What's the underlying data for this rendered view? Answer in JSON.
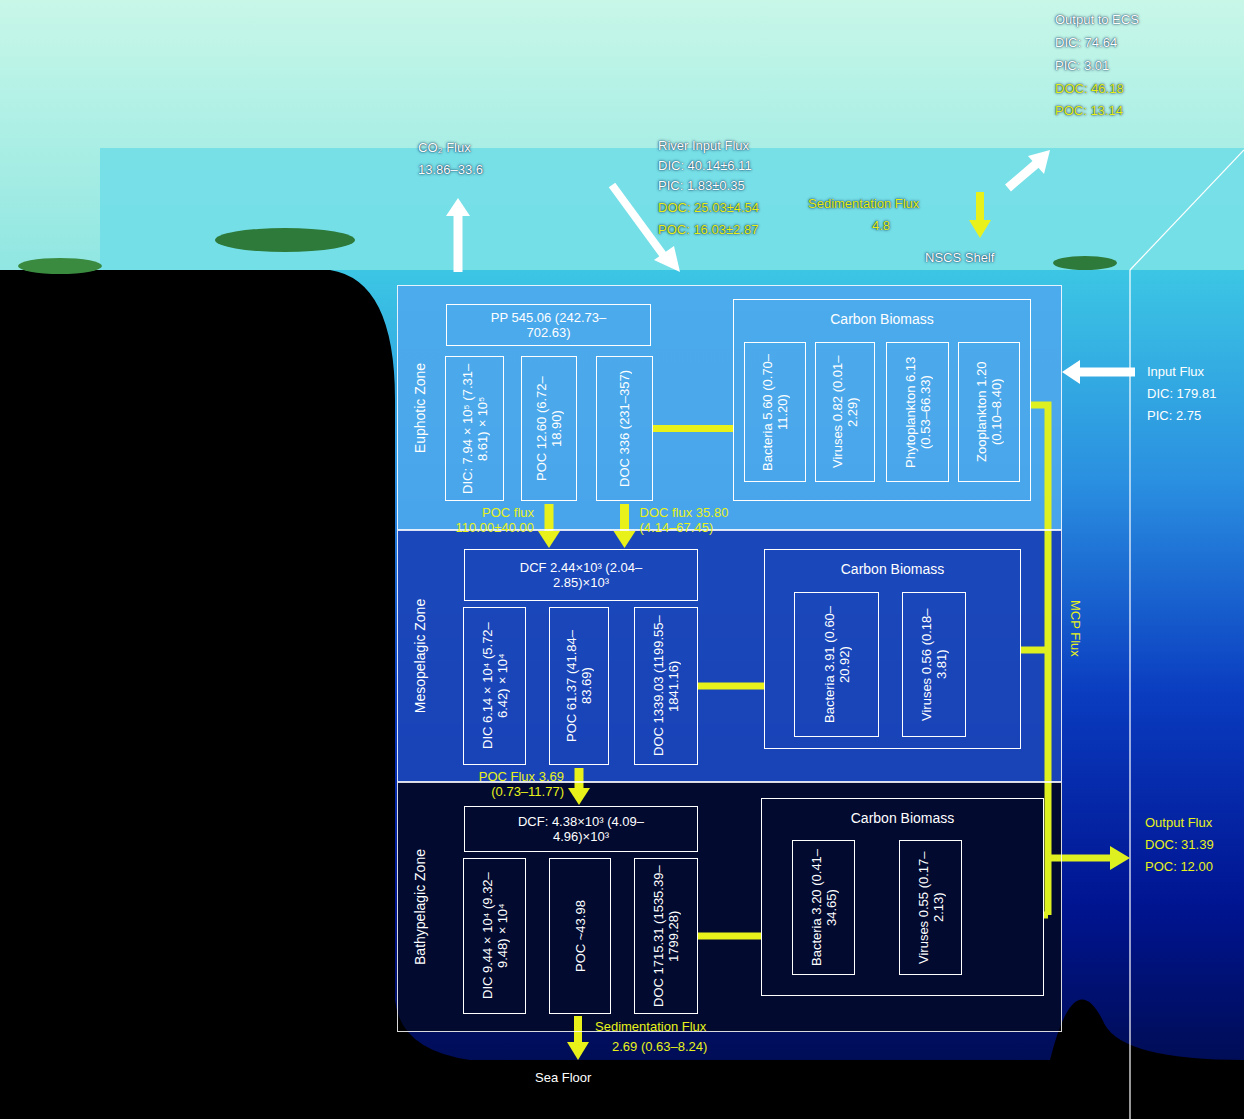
{
  "diagram": {
    "nodes": [
      {
        "text": [
          "Euphotic Zone"
        ]
      },
      {
        "text": [
          "PP 545.06 (242.73–702.63)"
        ],
        "in": 0
      },
      {
        "text": [
          "DIC: 7.94×10⁵ (7.31–8.61)×10⁵"
        ],
        "in": 0
      },
      {
        "text": [
          "POC 12.60 (6.72–18.90)"
        ],
        "in": 0
      },
      {
        "text": [
          "DOC 336 (231–357)"
        ],
        "in": 0
      },
      {
        "text": [
          "Carbon Biomass"
        ],
        "in": 0
      },
      {
        "text": [
          "Bacteria 5.60 (0.70–11.20)"
        ],
        "in": 5
      },
      {
        "text": [
          "Viruses 0.82 (0.01–2.29)"
        ],
        "in": 5
      },
      {
        "text": [
          "Phytoplankton 6.13 (0.53–66.33)"
        ],
        "in": 5
      },
      {
        "text": [
          "Zooplankton 1.20 (0.10–8.40)"
        ],
        "in": 5
      },
      {
        "text": [
          "Mesopelagic Zone"
        ]
      },
      {
        "text": [
          "DCF 2.44×10³ (2.04–2.85)×10³"
        ],
        "in": 10
      },
      {
        "text": [
          "DIC 6.14×10⁴ (5.72–6.42)×10⁴"
        ],
        "in": 10
      },
      {
        "text": [
          "POC 61.37 (41.84–83.69)"
        ],
        "in": 10
      },
      {
        "text": [
          "DOC 1339.03 (1199.55–1841.16)"
        ],
        "in": 10
      },
      {
        "text": [
          "Carbon Biomass"
        ],
        "in": 10
      },
      {
        "text": [
          "Bacteria 3.91 (0.60–20.92)"
        ],
        "in": 15
      },
      {
        "text": [
          "Viruses 0.56 (0.18–3.81)"
        ],
        "in": 15
      },
      {
        "text": [
          "Bathypelagic Zone"
        ]
      },
      {
        "text": [
          "DCF: 4.38×10³ (4.09–4.96)×10³"
        ],
        "in": 18
      },
      {
        "text": [
          "DIC 9.44×10⁴ (9.32–9.48)×10⁴"
        ],
        "in": 18
      },
      {
        "text": [
          "POC ~43.98"
        ],
        "in": 18
      },
      {
        "text": [
          "DOC 1715.31 (1535.39–1799.28)"
        ],
        "in": 18
      },
      {
        "text": [
          "Carbon Biomass"
        ],
        "in": 18
      },
      {
        "text": [
          "Bacteria 3.20 (0.41–34.65)"
        ],
        "in": 23
      },
      {
        "text": [
          "Viruses 0.55 (0.17–2.13)"
        ],
        "in": 23
      }
    ],
    "edges": [
      {
        "from": 3,
        "to": 11,
        "label": "POC flux 110.00±40.00",
        "arrow": "to"
      },
      {
        "from": 4,
        "to": 11,
        "label": "DOC flux 35.80 (4.14–67.45)",
        "arrow": "to"
      },
      {
        "from": 13,
        "to": 19,
        "label": "POC Flux 3.69 (0.73–11.77)",
        "arrow": "to"
      },
      {
        "from": 4,
        "to": 5,
        "arrow": "none"
      },
      {
        "from": 14,
        "to": 15,
        "arrow": "none"
      },
      {
        "from": 22,
        "to": 23,
        "arrow": "none"
      }
    ],
    "labels": [
      "CO₂ Flux",
      "13.86–33.6",
      "River Input Flux",
      "DIC: 40.14±6.11",
      "PIC: 1.83±0.35",
      "DOC: 25.03±4.54",
      "POC: 16.03±2.87",
      "Sedimentation Flux",
      "4.8",
      "NSCS Shelf",
      "Output to ECS",
      "DIC: 74.64",
      "PIC: 3.01",
      "DOC: 46.18",
      "POC: 13.14",
      "Input Flux",
      "DIC: 179.81",
      "PIC: 2.75",
      "MCP Flux",
      "Output Flux",
      "DOC: 31.39",
      "POC: 12.00",
      "Sedimentation Flux",
      "2.69 (0.63–8.24)",
      "Sea Floor"
    ]
  }
}
